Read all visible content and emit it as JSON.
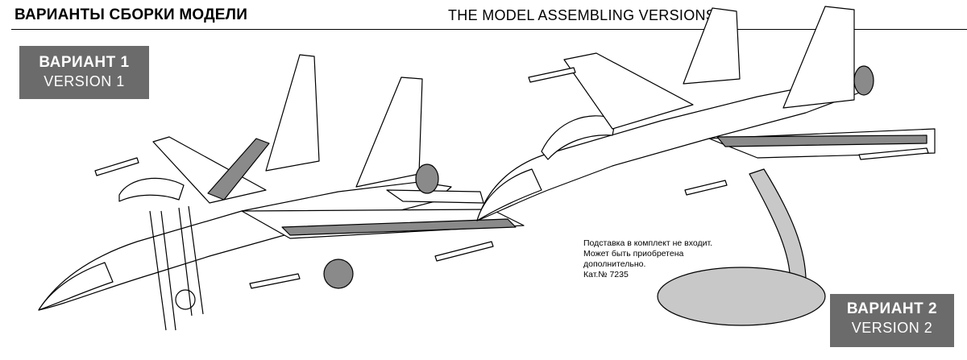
{
  "header": {
    "title_ru": "ВАРИАНТЫ СБОРКИ МОДЕЛИ",
    "title_en": "THE MODEL ASSEMBLING VERSIONS"
  },
  "variants": [
    {
      "label_ru": "ВАРИАНТ 1",
      "label_en": "VERSION 1"
    },
    {
      "label_ru": "ВАРИАНТ 2",
      "label_en": "VERSION 2"
    }
  ],
  "stand_note": {
    "line1": "Подставка в комплект не входит.",
    "line2": "Может быть приобретена",
    "line3": "дополнительно.",
    "line4": "Кат.№ 7235"
  },
  "colors": {
    "badge_bg": "#6b6b6b",
    "line": "#000000",
    "shade": "#8a8a8a",
    "light_shade": "#c8c8c8"
  }
}
